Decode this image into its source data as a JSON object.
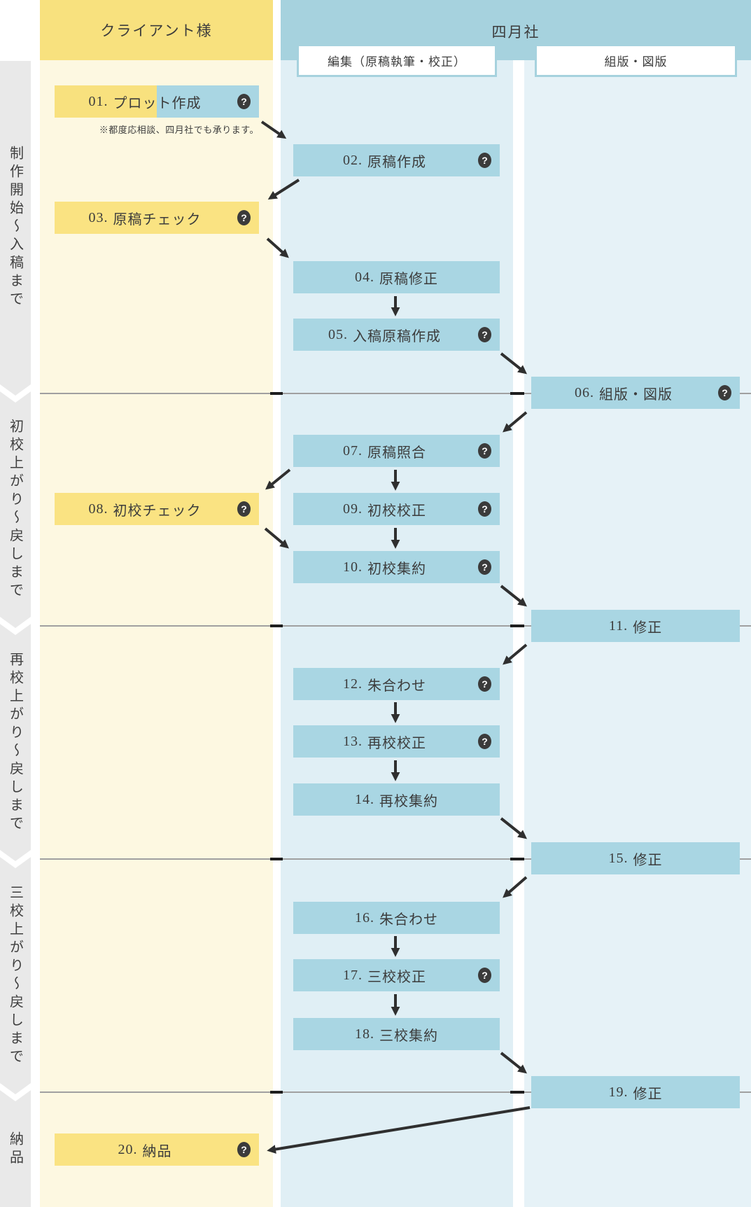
{
  "header": {
    "client": "クライアント様",
    "company": "四月社",
    "sub_columns": [
      {
        "label": "編集（原稿執筆・校正）"
      },
      {
        "label": "組版・図版"
      }
    ]
  },
  "phases": [
    {
      "label": "制作開始〜入稿まで"
    },
    {
      "label": "初校上がり〜戻しまで"
    },
    {
      "label": "再校上がり〜戻しまで"
    },
    {
      "label": "三校上がり〜戻しまで"
    },
    {
      "label": "納品"
    }
  ],
  "steps": [
    {
      "num": "01.",
      "label": "プロット作成",
      "column": "client",
      "help": true
    },
    {
      "num": "02.",
      "label": "原稿作成",
      "column": "editing",
      "help": true
    },
    {
      "num": "03.",
      "label": "原稿チェック",
      "column": "client",
      "help": true
    },
    {
      "num": "04.",
      "label": "原稿修正",
      "column": "editing",
      "help": false
    },
    {
      "num": "05.",
      "label": "入稿原稿作成",
      "column": "editing",
      "help": true
    },
    {
      "num": "06.",
      "label": "組版・図版",
      "column": "typesetting",
      "help": true
    },
    {
      "num": "07.",
      "label": "原稿照合",
      "column": "editing",
      "help": true
    },
    {
      "num": "08.",
      "label": "初校チェック",
      "column": "client",
      "help": true
    },
    {
      "num": "09.",
      "label": "初校校正",
      "column": "editing",
      "help": true
    },
    {
      "num": "10.",
      "label": "初校集約",
      "column": "editing",
      "help": true
    },
    {
      "num": "11.",
      "label": "修正",
      "column": "typesetting",
      "help": false
    },
    {
      "num": "12.",
      "label": "朱合わせ",
      "column": "editing",
      "help": true
    },
    {
      "num": "13.",
      "label": "再校校正",
      "column": "editing",
      "help": true
    },
    {
      "num": "14.",
      "label": "再校集約",
      "column": "editing",
      "help": false
    },
    {
      "num": "15.",
      "label": "修正",
      "column": "typesetting",
      "help": false
    },
    {
      "num": "16.",
      "label": "朱合わせ",
      "column": "editing",
      "help": false
    },
    {
      "num": "17.",
      "label": "三校校正",
      "column": "editing",
      "help": true
    },
    {
      "num": "18.",
      "label": "三校集約",
      "column": "editing",
      "help": false
    },
    {
      "num": "19.",
      "label": "修正",
      "column": "typesetting",
      "help": false
    },
    {
      "num": "20.",
      "label": "納品",
      "column": "client",
      "help": true
    }
  ],
  "note": "※都度応相談、四月社でも承ります。",
  "edges": [
    [
      "01",
      "02"
    ],
    [
      "02",
      "03"
    ],
    [
      "03",
      "04"
    ],
    [
      "04",
      "05"
    ],
    [
      "05",
      "06"
    ],
    [
      "06",
      "07"
    ],
    [
      "07",
      "08"
    ],
    [
      "07",
      "09"
    ],
    [
      "08",
      "10"
    ],
    [
      "09",
      "10"
    ],
    [
      "10",
      "11"
    ],
    [
      "11",
      "12"
    ],
    [
      "12",
      "13"
    ],
    [
      "13",
      "14"
    ],
    [
      "14",
      "15"
    ],
    [
      "15",
      "16"
    ],
    [
      "16",
      "17"
    ],
    [
      "17",
      "18"
    ],
    [
      "18",
      "19"
    ],
    [
      "19",
      "20"
    ]
  ],
  "icons": {
    "help_glyph": "?"
  },
  "colors": {
    "client_header": "#f8e17e",
    "client_body": "#fdf8e1",
    "client_box": "#fae382",
    "company_header": "#a6d2de",
    "editing_bg": "#e0eff5",
    "typesetting_bg": "#e6f2f7",
    "step_box_blue": "#a9d6e3",
    "sidebar_gray": "#e9e9e9",
    "text": "#3c3c3c",
    "arrow": "#2f2f2f",
    "divider": "#a0a0a0",
    "help_badge": "#3b3b3b"
  }
}
